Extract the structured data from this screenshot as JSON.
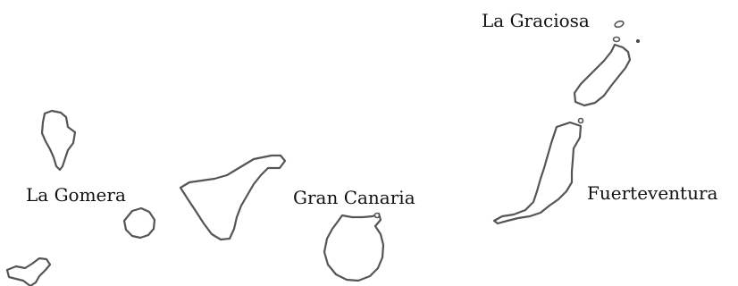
{
  "map": {
    "colors": {
      "background": "#ffffff",
      "coastline": "#555555",
      "label_text": "#111111"
    },
    "islands": [
      {
        "id": "la-graciosa",
        "label": "La Graciosa"
      },
      {
        "id": "la-gomera",
        "label": "La Gomera"
      },
      {
        "id": "gran-canaria",
        "label": "Gran Canaria"
      },
      {
        "id": "fuerteventura",
        "label": "Fuerteventura"
      }
    ]
  }
}
